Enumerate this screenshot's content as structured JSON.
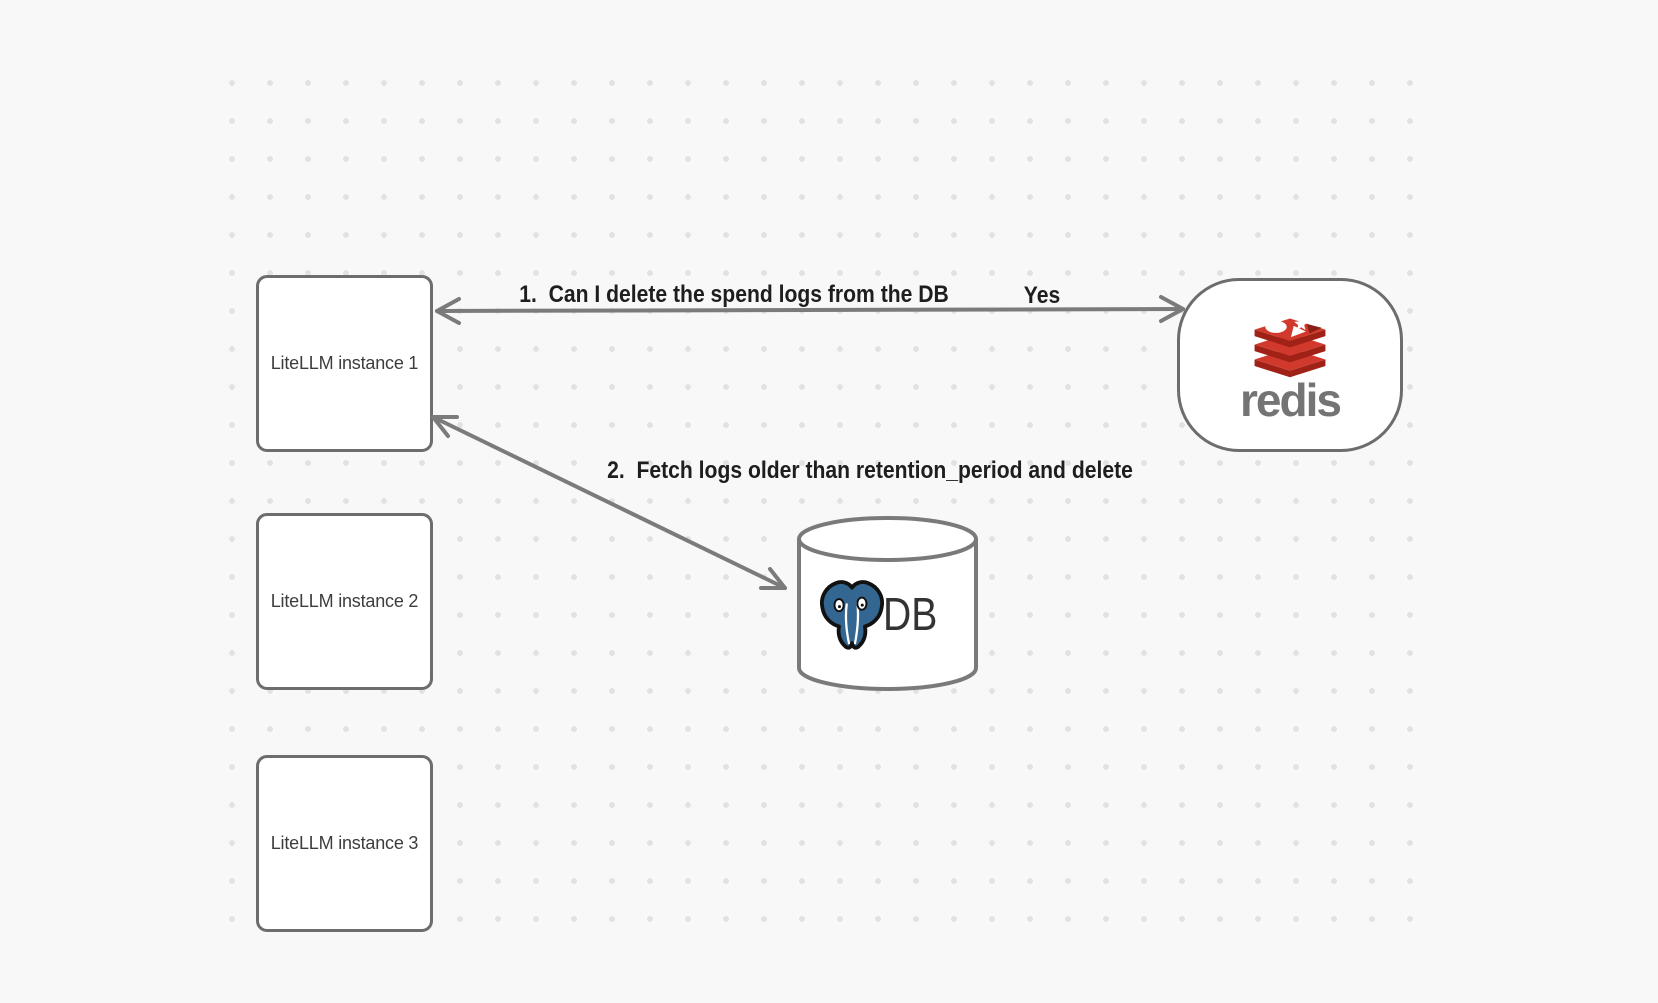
{
  "canvas": {
    "background_color": "#f8f8f8",
    "dot_color": "#e2e2e2"
  },
  "nodes": {
    "instances": [
      {
        "label": "LiteLLM instance 1"
      },
      {
        "label": "LiteLLM instance 2"
      },
      {
        "label": "LiteLLM instance 3"
      }
    ],
    "redis": {
      "wordmark": "redis",
      "logo_icon": "redis-stack-icon",
      "brand_red": "#d0392b",
      "brand_red_dark": "#a02217",
      "wordmark_color": "#747474"
    },
    "db": {
      "label": "DB",
      "logo_icon": "postgresql-elephant-icon",
      "postgres_blue": "#336791"
    }
  },
  "edges": [
    {
      "label": "1.  Can I delete the spend logs from the DB",
      "response": "Yes",
      "from": "LiteLLM instance 1",
      "to": "redis",
      "direction": "bidirectional"
    },
    {
      "label": "2.  Fetch logs older than retention_period and delete",
      "from": "LiteLLM instance 1",
      "to": "DB",
      "direction": "bidirectional"
    }
  ],
  "style": {
    "shape_stroke": "#6d6d6d",
    "arrow_stroke": "#7b7b7b",
    "label_color": "#1e1e1e"
  }
}
